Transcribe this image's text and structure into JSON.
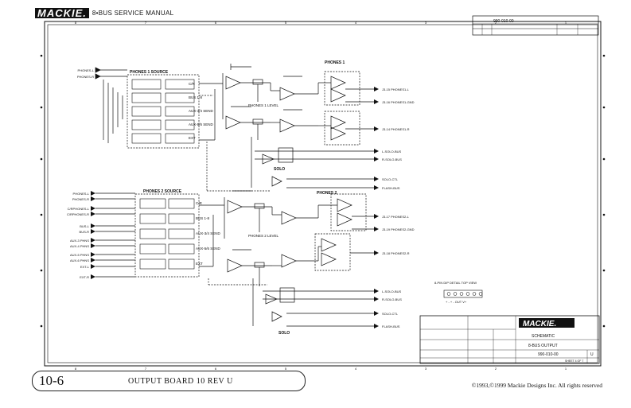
{
  "header": {
    "brand": "MACKIE.",
    "manual_title": "8•BUS SERVICE MANUAL"
  },
  "footer": {
    "page_number": "10-6",
    "board_title": "OUTPUT BOARD 10 REV U",
    "copyright": "©1993,©1999 Mackie Designs Inc. All rights reserved"
  },
  "border": {
    "col_labels_top": [
      "8",
      "7",
      "6",
      "5",
      "4",
      "3",
      "2",
      "1"
    ],
    "col_labels_bottom": [
      "8",
      "7",
      "6",
      "5",
      "4",
      "3",
      "2",
      "1"
    ]
  },
  "title_block": {
    "part_number_top": "990-010-00",
    "brand": "MACKIE.",
    "title": "SCHEMATIC",
    "subtitle": "8-BUS OUTPUT",
    "drawing_number": "990-010-00",
    "revision": "U",
    "sheet": "SHEET 4 OF 7"
  },
  "sections": {
    "phones1_source": "PHONES 1 SOURCE",
    "phones2_source": "PHONES 2 SOURCE",
    "phones1_out": "PHONES 1",
    "phones2_out": "PHONES 2",
    "phones1_level": "PHONES 1\nLEVEL",
    "phones2_level": "PHONES 2\nLEVEL",
    "solo_upper": "SOLO",
    "solo_lower": "SOLO"
  },
  "switch_labels_upper": [
    "C/R",
    "BUS 1-8",
    "AUX-3/4\nSEND",
    "AUX-5/6\nSEND",
    "EXT"
  ],
  "switch_labels_lower": [
    "C/R",
    "BUS 1-8",
    "AUX-3/4\nSEND",
    "AUX-5/6\nSEND",
    "EXT"
  ],
  "inputs_upper": [
    "PHONES-L",
    "PHONES-R"
  ],
  "inputs_lower": [
    "PHONES-L",
    "PHONES-R",
    "C/RPHONES-L",
    "C/RPHONES-R",
    "BUS-L",
    "BUS-R",
    "AUX-3 PHNS",
    "AUX-4 PHNS",
    "AUX-5 PHNS",
    "AUX-6 PHNS",
    "EXT-L",
    "EXT-R"
  ],
  "outputs": [
    "J3-15 PHONES1-L",
    "J3-16 PHONES1-GND",
    "J3-14 PHONES1-R",
    "L-SOLO-BUS",
    "R-SOLO-BUS",
    "SOLO-CTL",
    "FLASH-BUS",
    "J3-17 PHONES2-L",
    "J3-19 PHONES2-GND",
    "J3-18 PHONES2-R",
    "L-SOLO-BUS",
    "R-SOLO-BUS",
    "SOLO-CTL",
    "FLASH-BUS"
  ],
  "pin_detail": {
    "title": "8-PIN DIP DETAIL\nTOP VIEW",
    "pins": "+ - + - OUT V+"
  }
}
